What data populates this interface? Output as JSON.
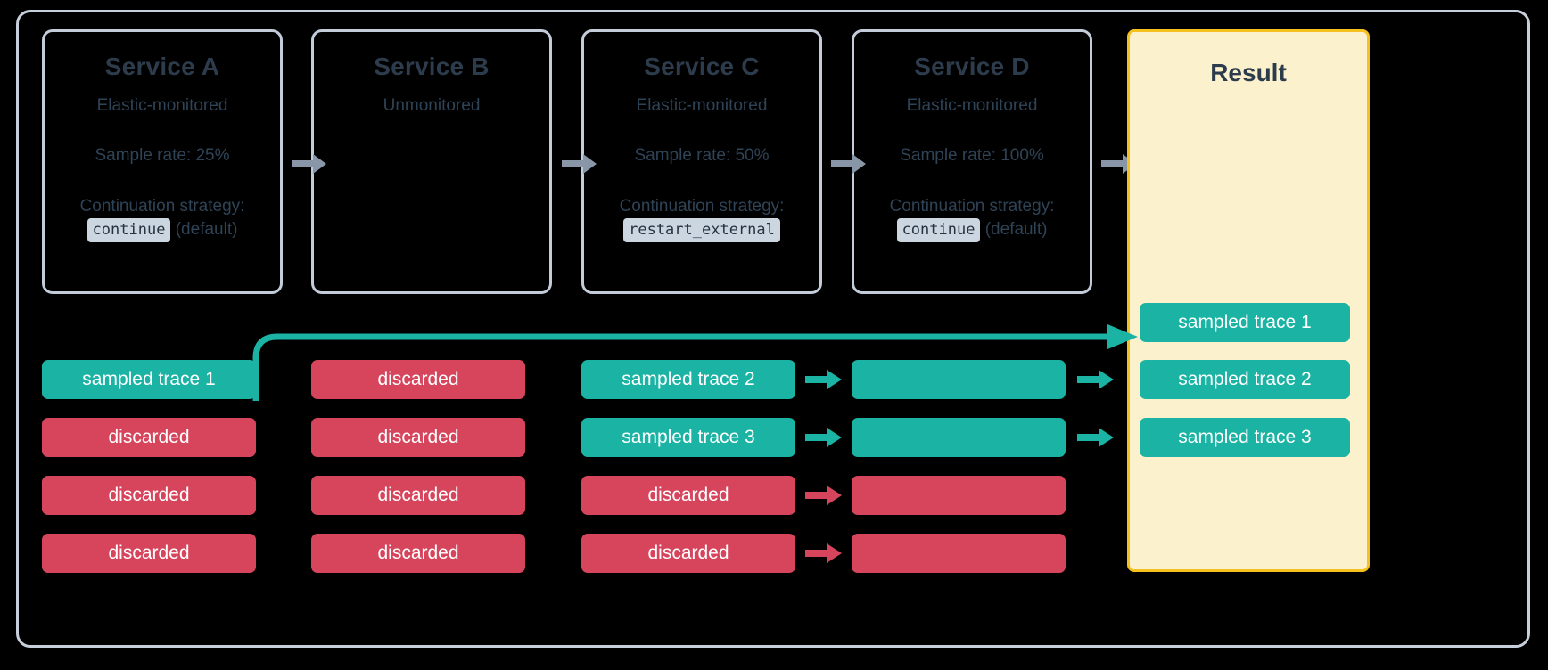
{
  "colors": {
    "background": "#000000",
    "frame_border": "#c6cfdb",
    "card_border": "#c3ccd9",
    "card_text": "#2f4356",
    "card_title": "#2d3c4c",
    "chip_bg": "#ccd6e0",
    "sampled_teal": "#1bb3a3",
    "discarded_red": "#d6455c",
    "result_bg": "#fcf1cd",
    "result_border": "#f4c11f",
    "grey_arrow": "#8896a8"
  },
  "services": [
    {
      "title": "Service A",
      "monitoring": "Elastic-monitored",
      "sample_rate": "Sample rate: 25%",
      "strategy_label": "Continuation strategy:",
      "strategy_value": "continue",
      "strategy_note": "(default)"
    },
    {
      "title": "Service B",
      "monitoring": "Unmonitored",
      "sample_rate": "",
      "strategy_label": "",
      "strategy_value": "",
      "strategy_note": ""
    },
    {
      "title": "Service C",
      "monitoring": "Elastic-monitored",
      "sample_rate": "Sample rate: 50%",
      "strategy_label": "Continuation strategy:",
      "strategy_value": "restart_external",
      "strategy_note": ""
    },
    {
      "title": "Service D",
      "monitoring": "Elastic-monitored",
      "sample_rate": "Sample rate: 100%",
      "strategy_label": "Continuation strategy:",
      "strategy_value": "continue",
      "strategy_note": "(default)"
    }
  ],
  "result": {
    "title": "Result",
    "traces": [
      {
        "label": "sampled trace 1",
        "state": "teal"
      },
      {
        "label": "sampled trace 2",
        "state": "teal"
      },
      {
        "label": "sampled trace 3",
        "state": "teal"
      }
    ]
  },
  "columns": [
    {
      "service": "Service A",
      "rows": [
        {
          "label": "sampled trace 1",
          "state": "teal"
        },
        {
          "label": "discarded",
          "state": "red"
        },
        {
          "label": "discarded",
          "state": "red"
        },
        {
          "label": "discarded",
          "state": "red"
        }
      ]
    },
    {
      "service": "Service B",
      "rows": [
        {
          "label": "discarded",
          "state": "red"
        },
        {
          "label": "discarded",
          "state": "red"
        },
        {
          "label": "discarded",
          "state": "red"
        },
        {
          "label": "discarded",
          "state": "red"
        }
      ]
    },
    {
      "service": "Service C",
      "rows": [
        {
          "label": "sampled trace 2",
          "state": "teal"
        },
        {
          "label": "sampled trace 3",
          "state": "teal"
        },
        {
          "label": "discarded",
          "state": "red"
        },
        {
          "label": "discarded",
          "state": "red"
        }
      ]
    },
    {
      "service": "Service D",
      "rows": [
        {
          "label": "",
          "state": "teal"
        },
        {
          "label": "",
          "state": "teal"
        },
        {
          "label": "",
          "state": "red"
        },
        {
          "label": "",
          "state": "red"
        }
      ]
    }
  ],
  "flow_arrows": {
    "between_services": [
      "a-to-b",
      "b-to-c",
      "c-to-d",
      "d-to-result"
    ],
    "c_to_d_rows": [
      "teal",
      "teal",
      "red",
      "red"
    ],
    "d_to_result_rows": [
      "teal",
      "teal"
    ],
    "curved_a_to_result": "sampled trace 1 routed to result"
  }
}
